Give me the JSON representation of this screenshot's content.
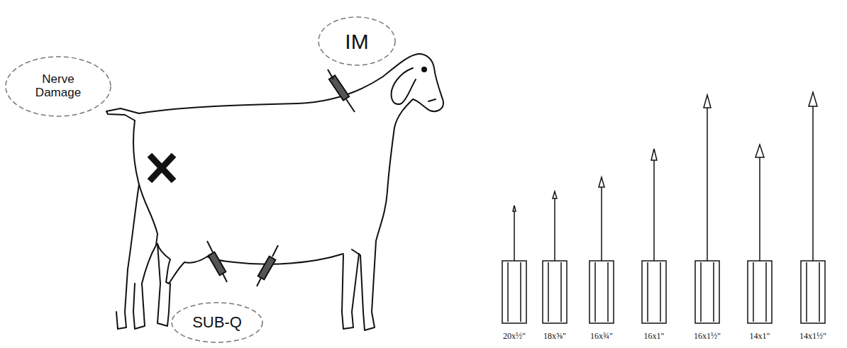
{
  "diagram": {
    "nodes": [
      {
        "text": [
          "IM"
        ]
      },
      {
        "text": [
          "Nerve Damage"
        ]
      },
      {
        "text": [
          "SUB-Q"
        ]
      }
    ],
    "labels": [
      "20x½\"",
      "18x⅝\"",
      "16x¾\"",
      "16x1\"",
      "16x1½\"",
      "14x1\"",
      "14x1½\""
    ]
  }
}
